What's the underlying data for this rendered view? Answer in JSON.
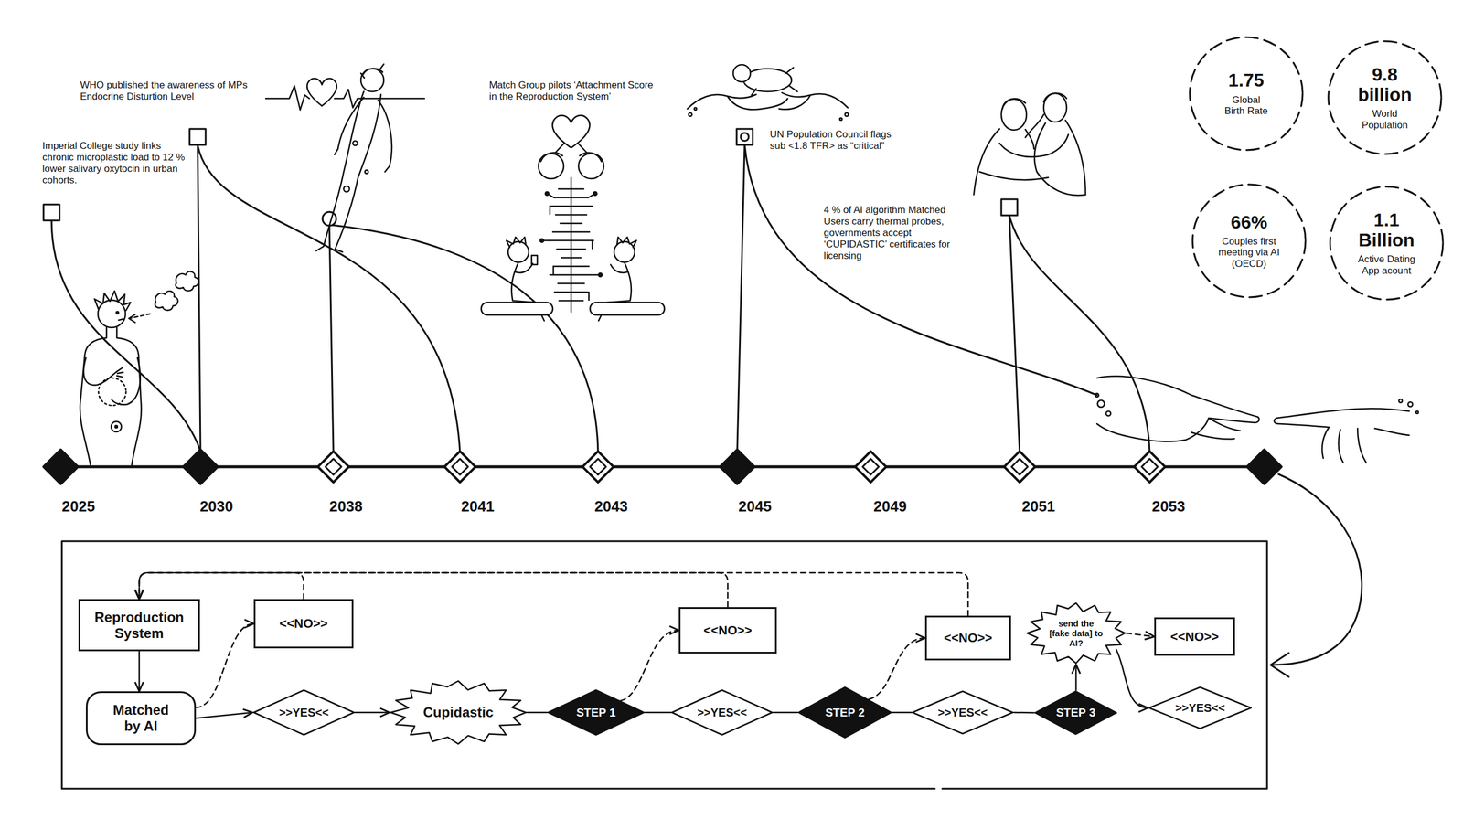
{
  "diagram": {
    "nodes": [
      {
        "text": [
          "1.75",
          "Global Birth Rate"
        ]
      },
      {
        "text": [
          "9.8 billion",
          "World Population"
        ]
      },
      {
        "text": [
          "66%",
          "Couples first meeting via AI (OECD)"
        ]
      },
      {
        "text": [
          "1.1 Billion",
          "Active Dating App acount"
        ]
      },
      {
        "text": [
          "Reproduction System"
        ]
      },
      {
        "text": [
          "Matched by AI"
        ]
      },
      {
        "text": [
          "<<NO>>"
        ]
      },
      {
        "text": [
          ">>YES<<"
        ]
      },
      {
        "text": [
          "Cupidastic"
        ]
      },
      {
        "text": [
          "STEP 1"
        ]
      },
      {
        "text": [
          "<<NO>>"
        ]
      },
      {
        "text": [
          ">>YES<<"
        ]
      },
      {
        "text": [
          "STEP 2"
        ]
      },
      {
        "text": [
          "<<NO>>"
        ]
      },
      {
        "text": [
          ">>YES<<"
        ]
      },
      {
        "text": [
          "STEP 3"
        ]
      },
      {
        "text": [
          "send the [fake data] to AI?"
        ]
      },
      {
        "text": [
          "<<NO>>"
        ]
      },
      {
        "text": [
          ">>YES<<"
        ]
      }
    ],
    "edges": [
      {
        "from": 4,
        "to": 5,
        "arrow": "to"
      },
      {
        "from": 5,
        "to": 7,
        "arrow": "to"
      },
      {
        "from": 5,
        "to": 6,
        "arrow": "to"
      },
      {
        "from": 6,
        "to": 4,
        "arrow": "to"
      },
      {
        "from": 7,
        "to": 8,
        "arrow": "to"
      },
      {
        "from": 8,
        "to": 9,
        "arrow": "none"
      },
      {
        "from": 9,
        "to": 10,
        "arrow": "to"
      },
      {
        "from": 10,
        "to": 4,
        "arrow": "to"
      },
      {
        "from": 9,
        "to": 11,
        "arrow": "none"
      },
      {
        "from": 11,
        "to": 12,
        "arrow": "none"
      },
      {
        "from": 12,
        "to": 13,
        "arrow": "to"
      },
      {
        "from": 13,
        "to": 4,
        "arrow": "to"
      },
      {
        "from": 12,
        "to": 14,
        "arrow": "none"
      },
      {
        "from": 14,
        "to": 15,
        "arrow": "none"
      },
      {
        "from": 15,
        "to": 16,
        "arrow": "to"
      },
      {
        "from": 16,
        "to": 17,
        "arrow": "to"
      },
      {
        "from": 16,
        "to": 18,
        "arrow": "to"
      }
    ],
    "labels": [
      "Imperial College study links chronic microplastic load to 12 % lower salivary oxytocin in urban cohorts.",
      "WHO published the awareness of MPs Endocrine Disturtion Level",
      "Match Group pilots ‘Attachment Score in the Reproduction System’",
      "UN Population Council flags sub <1.8 TFR> as “critical”",
      "4 % of AI algorithm Matched Users carry thermal probes, governments accept ‘CUPIDASTIC’ certificates for licensing",
      "2025",
      "2030",
      "2038",
      "2041",
      "2043",
      "2045",
      "2049",
      "2051",
      "2053"
    ]
  }
}
